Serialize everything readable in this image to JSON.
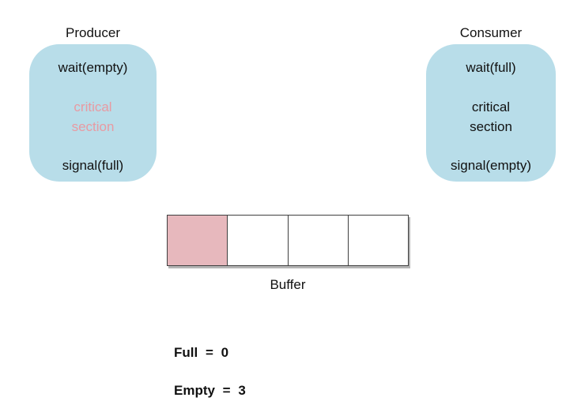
{
  "colors": {
    "box_bg": "#b8dde9",
    "critical_pink": "#e89aa2",
    "buffer_filled": "#e7b8bd",
    "buffer_empty": "#ffffff",
    "buffer_border": "#3f3f3f",
    "text": "#111111"
  },
  "producer": {
    "title": "Producer",
    "wait": "wait(empty)",
    "critical_line1": "critical",
    "critical_line2": "section",
    "signal": "signal(full)"
  },
  "consumer": {
    "title": "Consumer",
    "wait": "wait(full)",
    "critical_line1": "critical",
    "critical_line2": "section",
    "signal": "signal(empty)"
  },
  "buffer": {
    "label": "Buffer",
    "cells": [
      {
        "state": "filled"
      },
      {
        "state": "empty"
      },
      {
        "state": "empty"
      },
      {
        "state": "empty"
      }
    ]
  },
  "semaphores": {
    "full": {
      "name": "Full",
      "value": 0,
      "text": "Full = 0"
    },
    "empty": {
      "name": "Empty",
      "value": 3,
      "text": "Empty = 3"
    }
  }
}
